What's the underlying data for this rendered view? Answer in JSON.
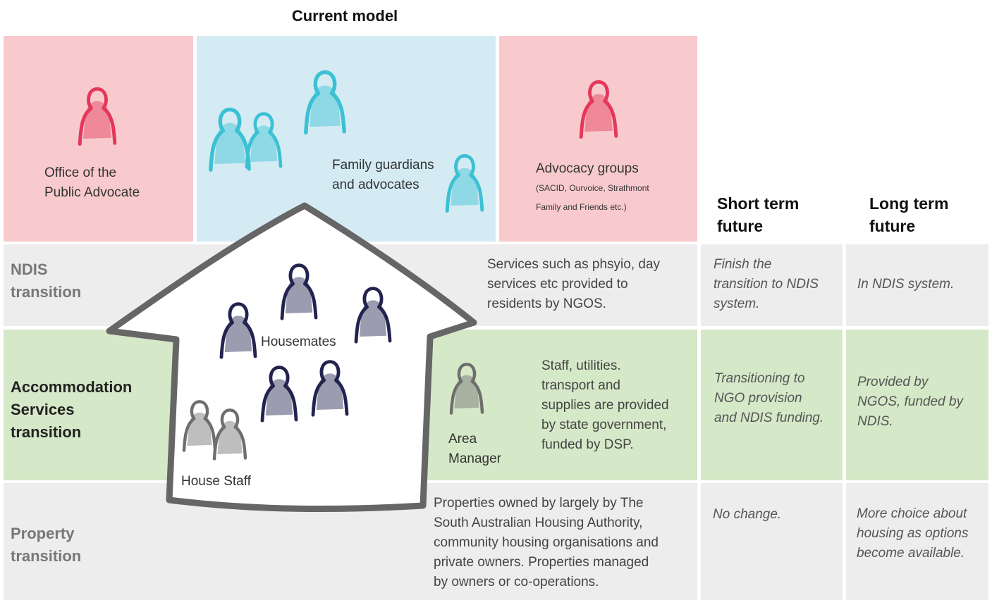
{
  "title": "Current model",
  "top_boxes": {
    "public_advocate": "Office of the\nPublic Advocate",
    "family": "Family guardians\nand advocates",
    "advocacy": "Advocacy groups",
    "advocacy_sub": "(SACID, Ourvoice, Strathmont\nFamily and Friends etc.)"
  },
  "columns": {
    "short_term": "Short term\nfuture",
    "long_term": "Long term\nfuture"
  },
  "rows": {
    "ndis": {
      "label": "NDIS\ntransition",
      "current": "Services such as phsyio, day\nservices etc provided to\nresidents by  NGOS.",
      "short": "Finish the\ntransition to NDIS\nsystem.",
      "long": "In NDIS system."
    },
    "accommodation": {
      "label": "Accommodation\nServices\ntransition",
      "current": "Staff, utilities.\ntransport and\nsupplies are provided\nby state government,\nfunded by DSP.",
      "short": "Transitioning to\nNGO provision\nand NDIS funding.",
      "long": "Provided by\nNGOS, funded by\nNDIS."
    },
    "property": {
      "label": "Property\ntransition",
      "current": "Properties owned by largely by The\nSouth Australian Housing Authority,\ncommunity housing organisations and\nprivate owners.  Properties managed\nby owners or  co-operations.",
      "short": "No change.",
      "long": "More choice about\nhousing as options\nbecome available."
    }
  },
  "house_labels": {
    "housemates": "Housemates",
    "house_staff": "House Staff",
    "area_manager": "Area\nManager"
  },
  "colors": {
    "pink_bg": "#f8cacd",
    "blue_bg": "#d4ebf4",
    "grey_bg": "#ededed",
    "green_bg": "#d5e8c8",
    "advocate_figure": "#e5375a",
    "family_figure": "#3cc1d4",
    "housemate_figure": "#232350",
    "staff_figure": "#6e6e6e"
  },
  "icons": [
    "person-icon",
    "house-outline-icon"
  ]
}
